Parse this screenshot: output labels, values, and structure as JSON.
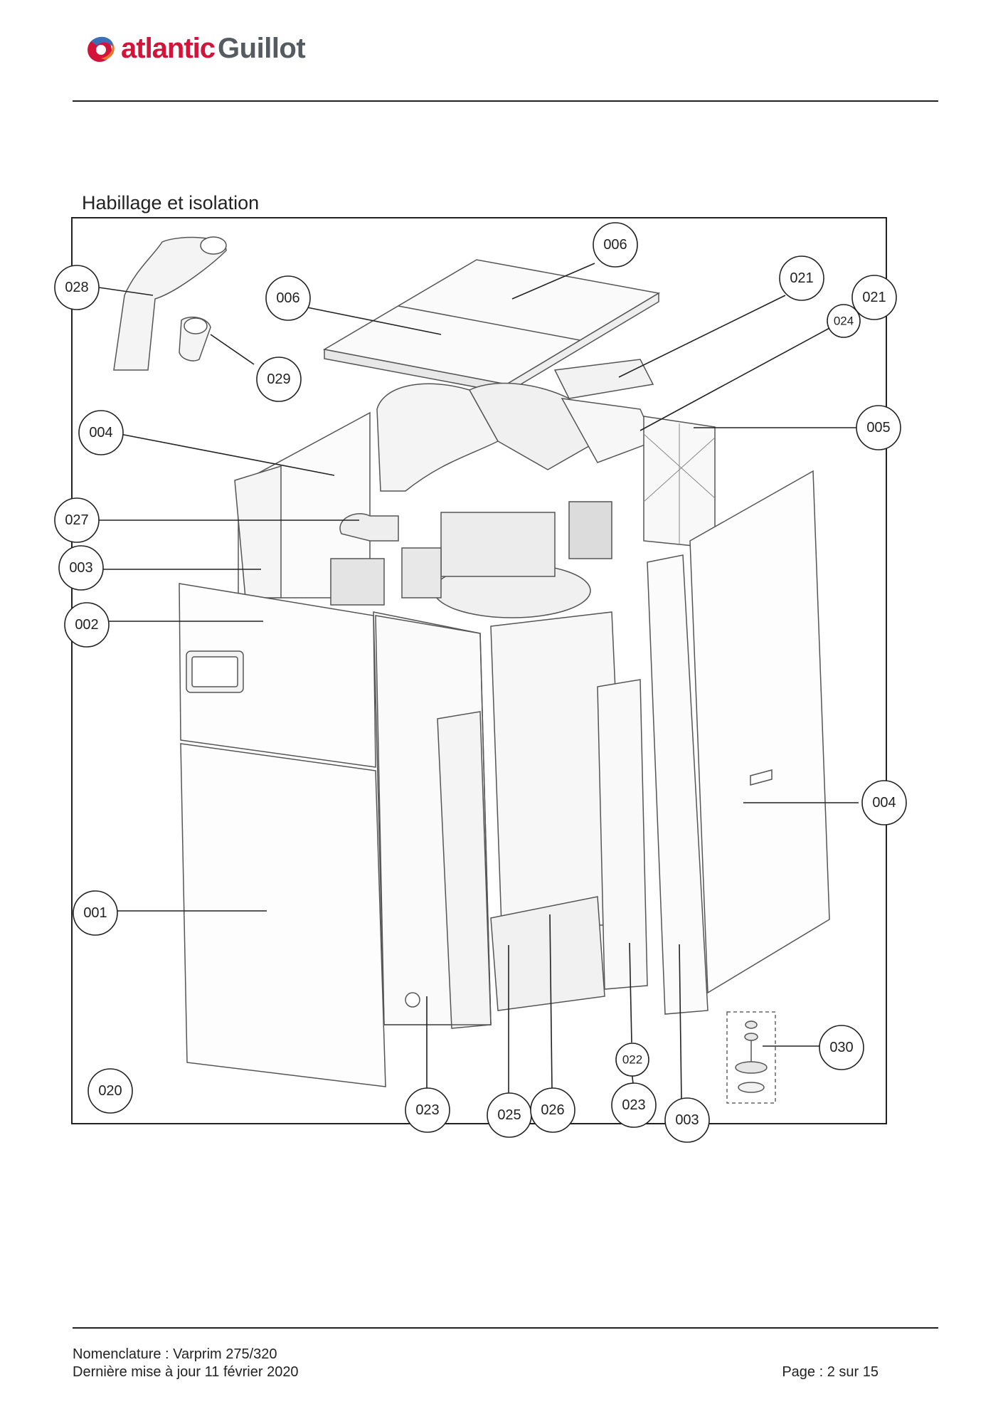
{
  "header": {
    "brand_primary": "atlantic",
    "brand_secondary": "Guillot",
    "brand_primary_color": "#d2143a",
    "brand_secondary_color": "#555b61",
    "logo_icon": "atlantic-swirl-logo-icon"
  },
  "section": {
    "title": "Habillage et isolation"
  },
  "callouts": [
    {
      "label": "028",
      "size": "large"
    },
    {
      "label": "006",
      "size": "large"
    },
    {
      "label": "006",
      "size": "large"
    },
    {
      "label": "029",
      "size": "large"
    },
    {
      "label": "021",
      "size": "large"
    },
    {
      "label": "021",
      "size": "large"
    },
    {
      "label": "024",
      "size": "small"
    },
    {
      "label": "004",
      "size": "large"
    },
    {
      "label": "005",
      "size": "large"
    },
    {
      "label": "027",
      "size": "large"
    },
    {
      "label": "003",
      "size": "large"
    },
    {
      "label": "002",
      "size": "large"
    },
    {
      "label": "004",
      "size": "large"
    },
    {
      "label": "001",
      "size": "large"
    },
    {
      "label": "030",
      "size": "large"
    },
    {
      "label": "022",
      "size": "small"
    },
    {
      "label": "020",
      "size": "large"
    },
    {
      "label": "023",
      "size": "large"
    },
    {
      "label": "025",
      "size": "large"
    },
    {
      "label": "026",
      "size": "large"
    },
    {
      "label": "023",
      "size": "large"
    },
    {
      "label": "003",
      "size": "large"
    }
  ],
  "footer": {
    "nomenclature": "Nomenclature : Varprim 275/320",
    "updated": "Dernière mise à jour 11 février 2020",
    "page": "Page : 2 sur 15"
  }
}
